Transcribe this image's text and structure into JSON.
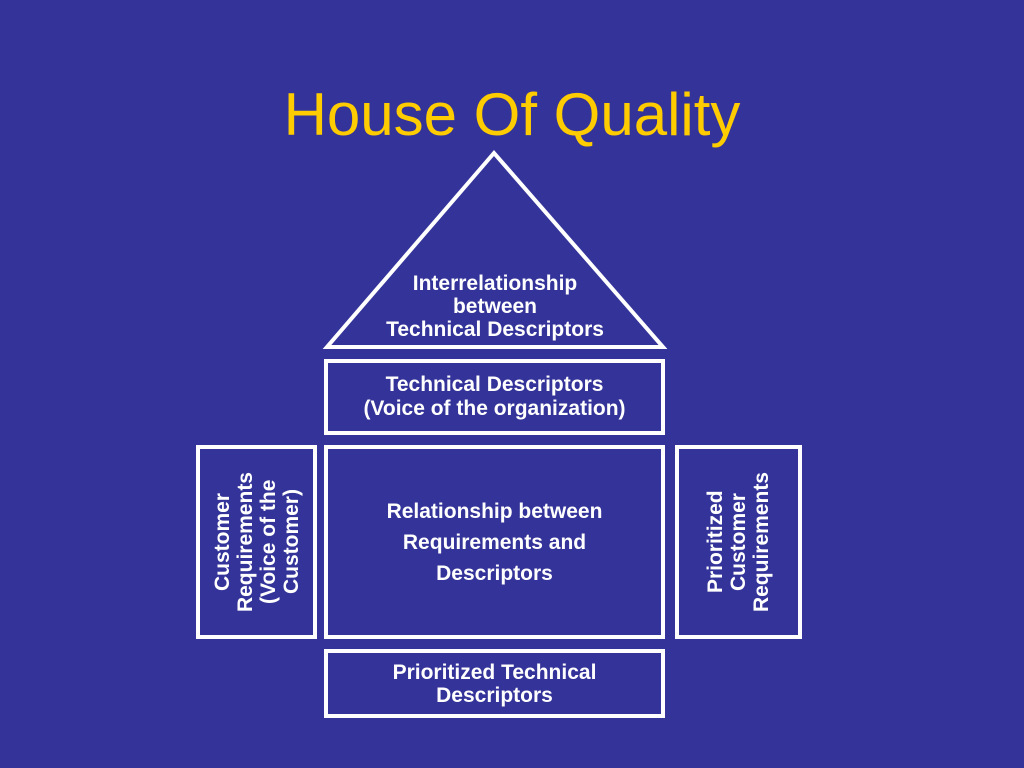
{
  "title": "House Of Quality",
  "roof": {
    "lines": [
      "Interrelationship",
      "between",
      "Technical Descriptors"
    ]
  },
  "technical_descriptors": {
    "lines": [
      "Technical Descriptors",
      "(Voice of the organization)"
    ]
  },
  "customer_requirements": {
    "lines": [
      "Customer",
      "Requirements",
      "(Voice of the",
      "Customer)"
    ]
  },
  "relationship": {
    "lines": [
      "Relationship between",
      "Requirements and",
      "Descriptors"
    ]
  },
  "prioritized_customer_requirements": {
    "lines": [
      "Prioritized",
      "Customer",
      "Requirements"
    ]
  },
  "prioritized_technical_descriptors": {
    "lines": [
      "Prioritized Technical",
      "Descriptors"
    ]
  },
  "colors": {
    "background": "#333399",
    "title": "#FFCC00",
    "foreground": "#FFFFFF"
  }
}
